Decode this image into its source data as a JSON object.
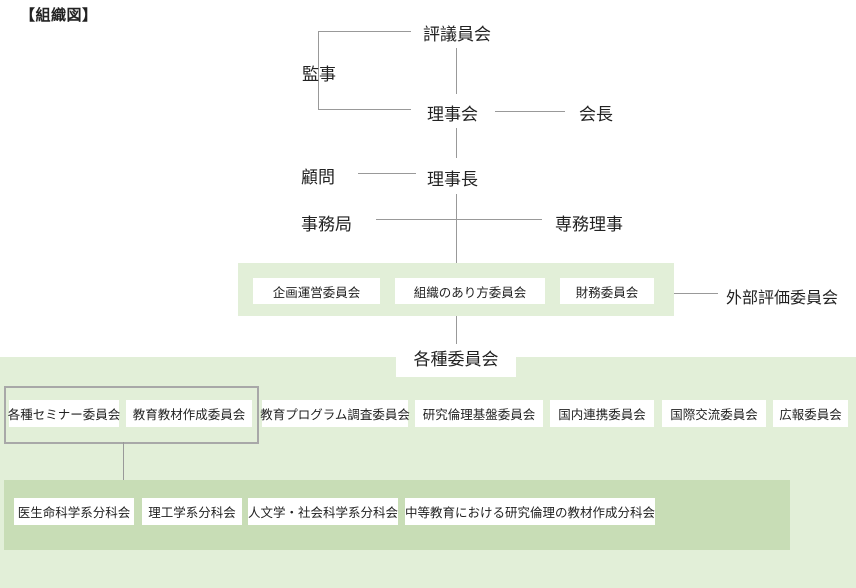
{
  "title": "【組織図】",
  "top_nodes": {
    "hyogiinkai": "評議員会",
    "kanji": "監事",
    "rijikai": "理事会",
    "kaicho": "会長",
    "komon": "顧問",
    "rijicho": "理事長",
    "jimukyoku": "事務局",
    "senmu_riji": "専務理事"
  },
  "core_committees": [
    "企画運営委員会",
    "組織のあり方委員会",
    "財務委員会"
  ],
  "external_committee": "外部評価委員会",
  "various_committees_label": "各種委員会",
  "committees": [
    "各種セミナー委員会",
    "教育教材作成委員会",
    "教育プログラム調査委員会",
    "研究倫理基盤委員会",
    "国内連携委員会",
    "国際交流委員会",
    "広報委員会"
  ],
  "subcommittees": [
    "医生命科学系分科会",
    "理工学系分科会",
    "人文学・社会科学系分科会",
    "中等教育における研究倫理の教材作成分科会"
  ]
}
